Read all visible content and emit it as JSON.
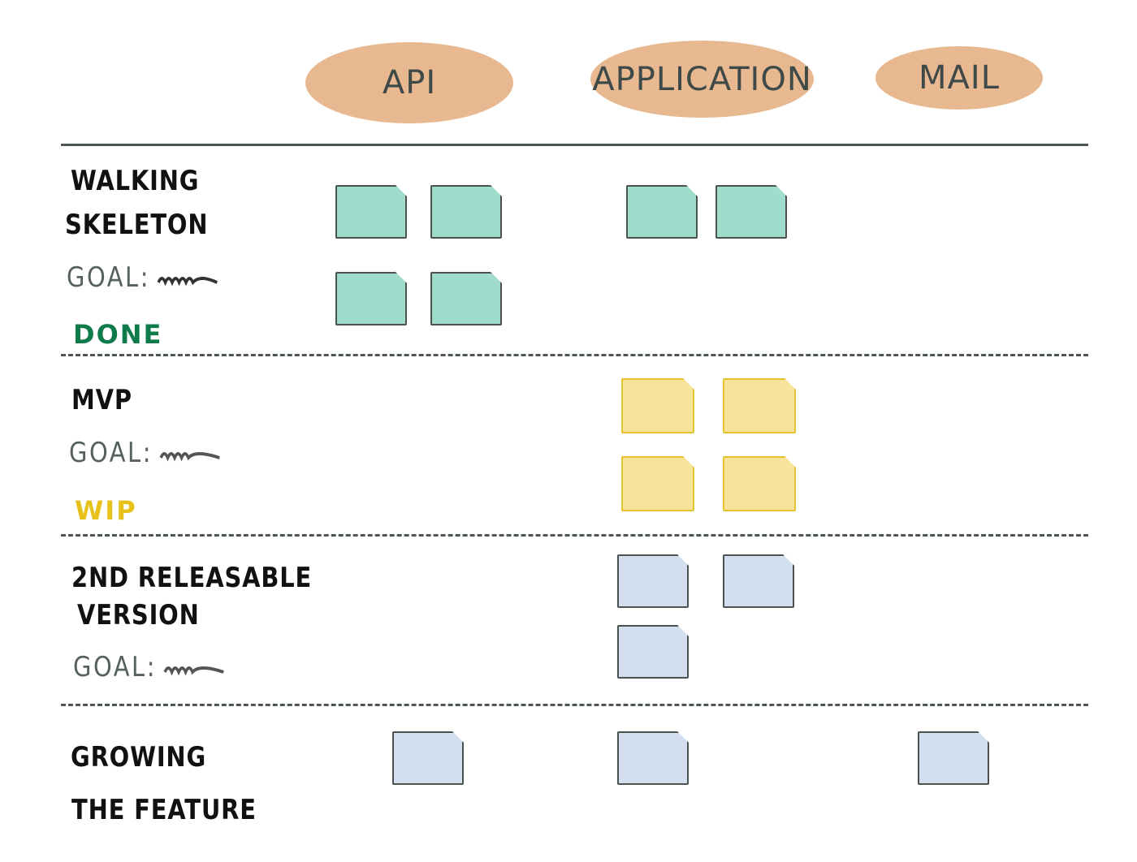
{
  "columns": [
    "Api",
    "Application",
    "Mail"
  ],
  "rows": [
    {
      "title_line1": "Walking",
      "title_line2": "Skeleton",
      "goal": "Goal:",
      "status": "Done",
      "status_color": "#0f7a4a",
      "card_color": "#a0dccc"
    },
    {
      "title_line1": "MVP",
      "goal": "Goal:",
      "status": "WIP",
      "status_color": "#e6c21a",
      "card_color": "#f7e39a"
    },
    {
      "title_line1": "2nd Releasable",
      "title_line2": "Version",
      "goal": "Goal:",
      "card_color": "#d3dfee"
    },
    {
      "title_line1": "Growing",
      "title_line2": "the Feature",
      "card_color": "#d3dfee"
    }
  ],
  "colors": {
    "header_blob": "#e8b991",
    "lines": "#4c5653"
  }
}
